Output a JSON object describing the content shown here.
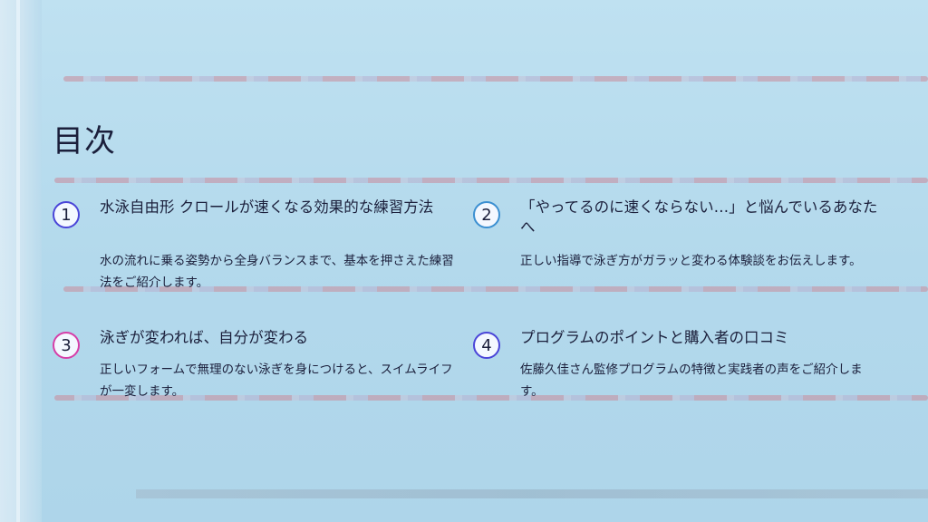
{
  "slide": {
    "title": "目次",
    "items": [
      {
        "number": "1",
        "title": "水泳自由形 クロールが速くなる効果的な練習方法",
        "description": "水の流れに乗る姿勢から全身バランスまで、基本を押さえた練習法をご紹介します。"
      },
      {
        "number": "2",
        "title": "「やってるのに速くならない…」と悩んでいるあなたへ",
        "description": "正しい指導で泳ぎ方がガラッと変わる体験談をお伝えします。"
      },
      {
        "number": "3",
        "title": "泳ぎが変われば、自分が変わる",
        "description": "正しいフォームで無理のない泳ぎを身につけると、スイムライフが一変します。"
      },
      {
        "number": "4",
        "title": "プログラムのポイントと購入者の口コミ",
        "description": "佐藤久佳さん監修プログラムの特徴と実践者の声をご紹介します。"
      }
    ]
  },
  "colors": {
    "text": "#1b1f3b",
    "number_circle_1": "#4a45d8",
    "number_circle_2": "#3b8fd1",
    "number_circle_3": "#d63ea8",
    "number_circle_4": "#4a45d8",
    "background": "#b7dcee"
  }
}
